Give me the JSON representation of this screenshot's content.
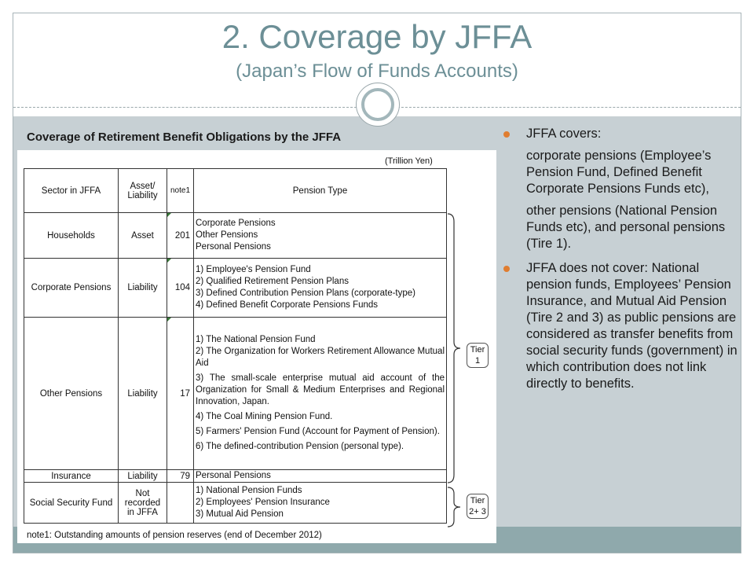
{
  "slide": {
    "title": "2. Coverage by JFFA",
    "subtitle": "(Japan’s Flow of Funds Accounts)"
  },
  "table": {
    "caption": "Coverage of Retirement Benefit Obligations by the JFFA",
    "unit": "(Trillion Yen)",
    "headers": {
      "sector": "Sector in JFFA",
      "asset_liability": "Asset/ Liability",
      "note": "note1",
      "pension_type": "Pension Type"
    },
    "rows": [
      {
        "sector": "Households",
        "al": "Asset",
        "amount": "201",
        "types": [
          "Corporate Pensions",
          "Other Pensions",
          "Personal Pensions"
        ]
      },
      {
        "sector": "Corporate Pensions",
        "al": "Liability",
        "amount": "104",
        "types": [
          "1) Employee's Pension Fund",
          "2) Qualified Retirement Pension Plans",
          "3) Defined Contribution Pension Plans (corporate-type)",
          "4) Defined Benefit Corporate Pensions Funds"
        ]
      },
      {
        "sector": "Other Pensions",
        "al": "Liability",
        "amount": "17",
        "types": [
          "1) The National Pension Fund",
          "2) The Organization for Workers Retirement Allowance Mutual Aid",
          "3) The small-scale enterprise mutual aid account of the Organization for Small & Medium Enterprises and Regional Innovation, Japan.",
          "4) The Coal Mining Pension Fund.",
          "5) Farmers' Pension Fund (Account for Payment of Pension).",
          "6) The defined-contribution Pension (personal type)."
        ]
      },
      {
        "sector": "Insurance",
        "al": "Liability",
        "amount": "79",
        "types": [
          "Personal Pensions"
        ]
      },
      {
        "sector": "Social Security Fund",
        "al": "Not recorded in JFFA",
        "amount": "",
        "types": [
          "1) National Pension Funds",
          "2) Employees' Pension Insurance",
          "3) Mutual Aid Pension"
        ]
      }
    ],
    "footnote": "note1: Outstanding amounts of pension reserves (end of December 2012)",
    "tier1": {
      "line1": "Tier",
      "line2": "1"
    },
    "tier23": {
      "line1": "Tier",
      "line2": "2+ 3"
    }
  },
  "bullets": {
    "b1_head": "JFFA covers:",
    "b1_p1": "corporate pensions (Employee’s Pension Fund, Defined Benefit Corporate Pensions Funds etc),",
    "b1_p2": "other pensions (National Pension Funds etc), and personal pensions (Tire 1).",
    "b2": "JFFA does not cover: National pension funds, Employees’ Pension Insurance, and Mutual Aid Pension (Tire 2 and 3) as public pensions are considered as transfer benefits from social security funds (government) in which contribution does not link directly to benefits."
  },
  "colors": {
    "title": "#6c8f96",
    "band": "#c7d0d4",
    "footer_band": "#8fa9ac",
    "bullet": "#e07d30"
  }
}
